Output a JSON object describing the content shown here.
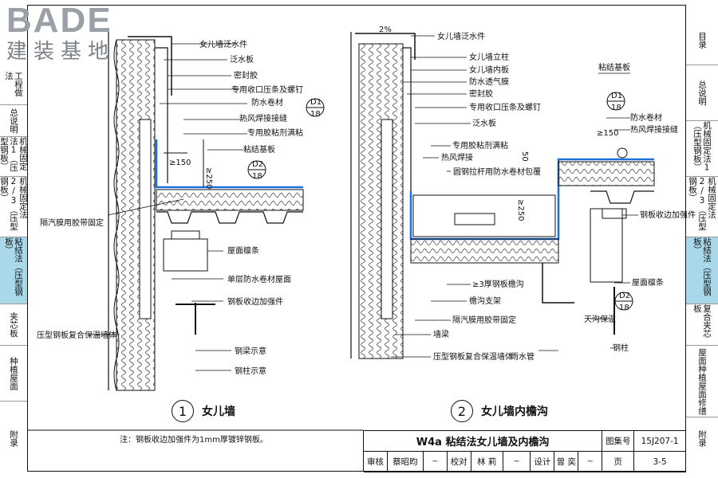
{
  "logo": {
    "en": "BADE",
    "cn": "建装基地"
  },
  "left_tabs": [
    {
      "label": "工程做法",
      "active": false
    },
    {
      "label": "总说明",
      "active": false
    },
    {
      "label": "机械固定法1（压型钢板）",
      "active": false
    },
    {
      "label": "机械固定法2/3（压型钢板）",
      "active": false
    },
    {
      "label": "粘结法（压型钢板）",
      "active": true
    },
    {
      "label": "夹芯板",
      "active": false
    },
    {
      "label": "种植屋面",
      "active": false
    },
    {
      "label": "附录",
      "active": false
    }
  ],
  "right_tabs": [
    {
      "label": "目录",
      "active": false
    },
    {
      "label": "总说明",
      "active": false
    },
    {
      "label": "机械固定法1（压型钢板）",
      "active": false
    },
    {
      "label": "机械固定法2/3（压型钢板）",
      "active": false
    },
    {
      "label": "粘结法（压型钢板）",
      "active": true
    },
    {
      "label": "复合夹芯板",
      "active": false
    },
    {
      "label": "屋面种植屋面修缮",
      "active": false
    },
    {
      "label": "附录",
      "active": false
    }
  ],
  "detail1": {
    "number": "1",
    "title": "女儿墙",
    "labels": [
      "女儿墙泛水件",
      "泛水板",
      "密封胶",
      "专用收口压条及螺钉",
      "防水卷材",
      "热风焊接接缝",
      "专用胶粘剂满粘",
      "粘结基板",
      "隔汽膜用胶带固定",
      "屋面檩条",
      "单层防水卷材屋面",
      "钢板收边加强件",
      "压型钢板复合保温墙体",
      "钢梁示意",
      "钢柱示意"
    ],
    "dims": [
      "≥150",
      "≥250"
    ],
    "refs": [
      {
        "top": "D1",
        "bottom": "18"
      },
      {
        "top": "D2",
        "bottom": "18"
      }
    ]
  },
  "detail2": {
    "number": "2",
    "title": "女儿墙内檐沟",
    "labels": [
      "女儿墙泛水件",
      "女儿墙立柱",
      "女儿墙内板",
      "防水透气膜",
      "密封胶",
      "专用收口压条及螺钉",
      "泛水板",
      "专用胶粘剂满粘",
      "热风焊接",
      "圆钢拉杆用防水卷材包覆",
      "≥3厚钢板檐沟",
      "檐沟支架",
      "隔汽膜用胶带固定",
      "墙梁",
      "压型钢板复合保温墙体",
      "雨水管",
      "粘结基板",
      "防水卷材",
      "热风焊接接缝",
      "钢板收边加强件",
      "屋面檩条",
      "天沟保温",
      "钢柱"
    ],
    "dims": [
      "2%",
      "≥150",
      "50",
      "≥250"
    ],
    "refs": [
      {
        "top": "D1",
        "bottom": "18"
      },
      {
        "top": "D2",
        "bottom": "18"
      }
    ]
  },
  "note": "注：钢板收边加强件为1mm厚镀锌钢板。",
  "titleblock": {
    "title": "W4a  粘结法女儿墙及内檐沟",
    "atlas_label": "图集号",
    "atlas_no": "15J207-1",
    "page_label": "页",
    "page_no": "3-5",
    "review_label": "审核",
    "reviewer": "蔡昭昀",
    "check_label": "校对",
    "checker": "林 莉",
    "design_label": "设计",
    "designer": "曾 奕"
  },
  "colors": {
    "active_tab": "#a8d8ea",
    "membrane": "#1e6fd9"
  }
}
